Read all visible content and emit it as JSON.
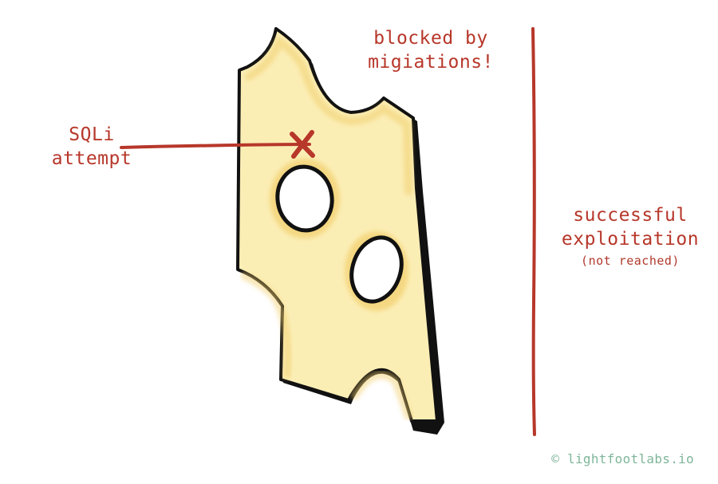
{
  "labels": {
    "attack": [
      "SQLi",
      "attempt"
    ],
    "blocked": [
      "blocked by",
      "migiations!"
    ],
    "success": [
      "successful",
      "exploitation"
    ],
    "success_note": "(not reached)"
  },
  "footer": {
    "copyright": "© lightfootlabs.io"
  },
  "colors": {
    "accent_red": "#b7372a",
    "cheese_fill": "#fbeeb5",
    "cheese_edge": "#f1cf6e",
    "outline": "#111111",
    "footer_green": "#7fb69a"
  },
  "icons": {
    "blocked_marker": "x-mark-icon"
  }
}
